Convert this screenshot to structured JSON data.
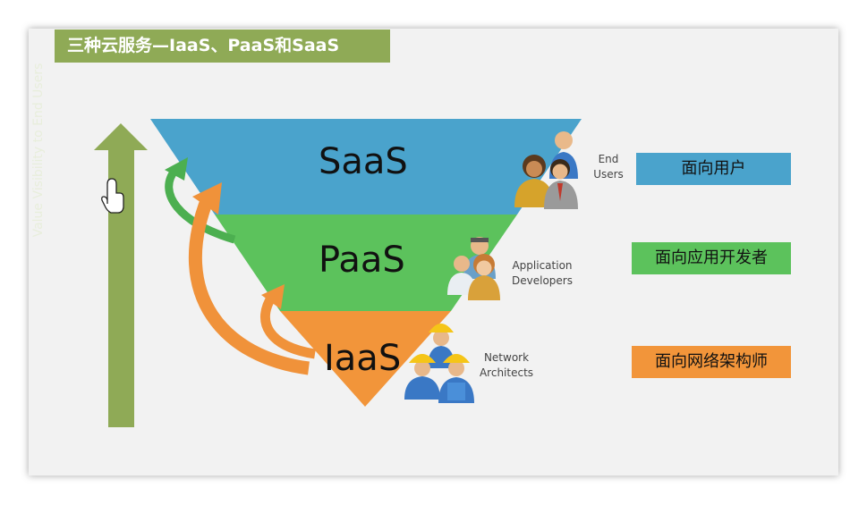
{
  "title": "三种云服务—IaaS、PaaS和SaaS",
  "axis_label": "Value Visibility to End Users",
  "layers": [
    {
      "name": "SaaS",
      "color": "#4aa3cc",
      "role": "End\nUsers",
      "tag": "面向用户",
      "tag_color": "#4aa3cc"
    },
    {
      "name": "PaaS",
      "color": "#5cc25c",
      "role": "Application\nDevelopers",
      "tag": "面向应用开发者",
      "tag_color": "#5cc25c"
    },
    {
      "name": "IaaS",
      "color": "#f2953a",
      "role": "Network\nArchitects",
      "tag": "面向网络架构师",
      "tag_color": "#f2953a"
    }
  ],
  "colors": {
    "arrow_up": "#8faa56",
    "arrow_orange": "#f0923a",
    "arrow_green": "#4caf50"
  },
  "icons": [
    "end-users-icon",
    "developers-icon",
    "network-architects-icon",
    "cursor-hand-icon"
  ]
}
